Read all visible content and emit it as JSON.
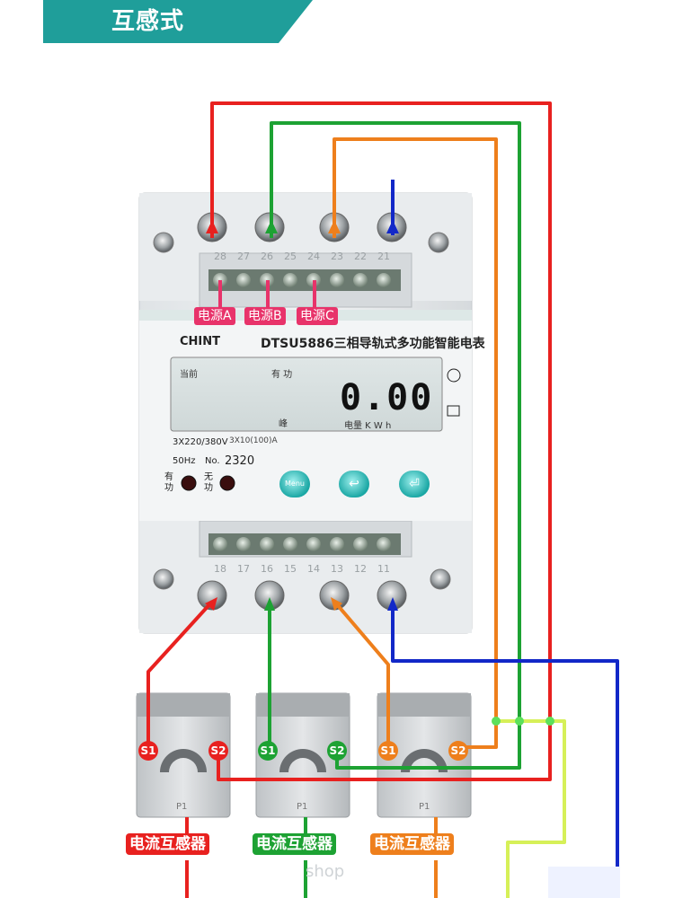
{
  "header": {
    "title": "互感式"
  },
  "meter": {
    "model_title": "DTSU5886三相导轨式多功能智能电表",
    "model_prefix": "CHINT",
    "lcd_left_label": "当前",
    "lcd_mid_label": "有 功",
    "lcd_value": "0.00",
    "lcd_peak": "峰",
    "lcd_units": "电量  K  W  h",
    "voltage_spec": "3X220/380V",
    "current_spec": "3X10(100)A",
    "freq": "50Hz",
    "no_label": "No.",
    "no_value": "2320",
    "led_active_label": "有功",
    "led_reactive_label": "无功",
    "buttons": [
      "Menu",
      "",
      ""
    ],
    "top_terminals": [
      "28",
      "27",
      "26",
      "25",
      "24",
      "23",
      "22",
      "21"
    ],
    "bottom_terminals": [
      "18",
      "17",
      "16",
      "15",
      "14",
      "13",
      "12",
      "11"
    ]
  },
  "source_labels": [
    "电源A",
    "电源B",
    "电源C"
  ],
  "ct_labels": [
    "电流互感器",
    "电流互感器",
    "电流互感器"
  ],
  "terminal_marks": {
    "s1": "S1",
    "s2": "S2",
    "p1": "P1"
  },
  "watermark": "shop",
  "colors": {
    "header_bg": "#1f9e9a",
    "red": "#e8211f",
    "green": "#1da233",
    "orange": "#ee7f1c",
    "blue": "#1228c8",
    "pink": "#e8336a",
    "yellow": "#e6f25a"
  }
}
